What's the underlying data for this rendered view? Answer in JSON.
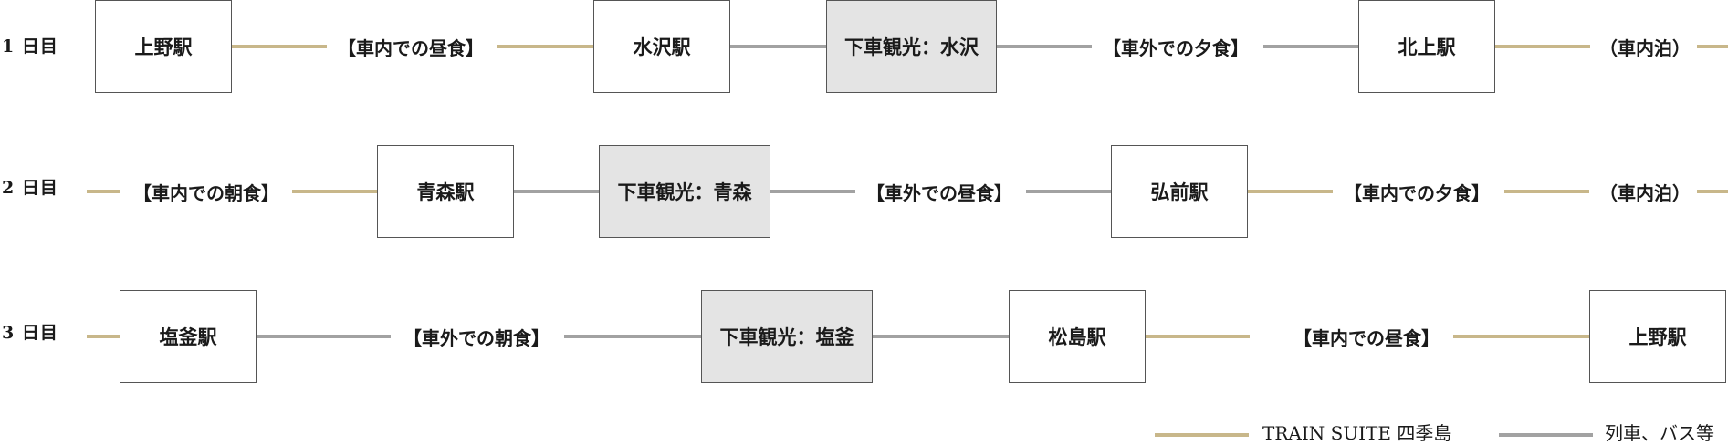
{
  "days": [
    {
      "label": "1 日目",
      "items": [
        "上野駅",
        "【車内での昼食】",
        "水沢駅",
        "下車観光：水沢",
        "【車外での夕食】",
        "北上駅",
        "（車内泊）"
      ]
    },
    {
      "label": "2 日目",
      "items": [
        "【車内での朝食】",
        "青森駅",
        "下車観光：青森",
        "【車外での昼食】",
        "弘前駅",
        "【車内での夕食】",
        "（車内泊）"
      ]
    },
    {
      "label": "3 日目",
      "items": [
        "塩釜駅",
        "【車外での朝食】",
        "下車観光：塩釜",
        "松島駅",
        "【車内での昼食】",
        "上野駅"
      ]
    }
  ],
  "legend": {
    "train_suite": "TRAIN SUITE 四季島",
    "other": "列車、バス等"
  },
  "colors": {
    "train_suite_line": "#c8b78a",
    "other_line": "#a2a2a2",
    "sightseeing_box": "#e4e4e4"
  }
}
